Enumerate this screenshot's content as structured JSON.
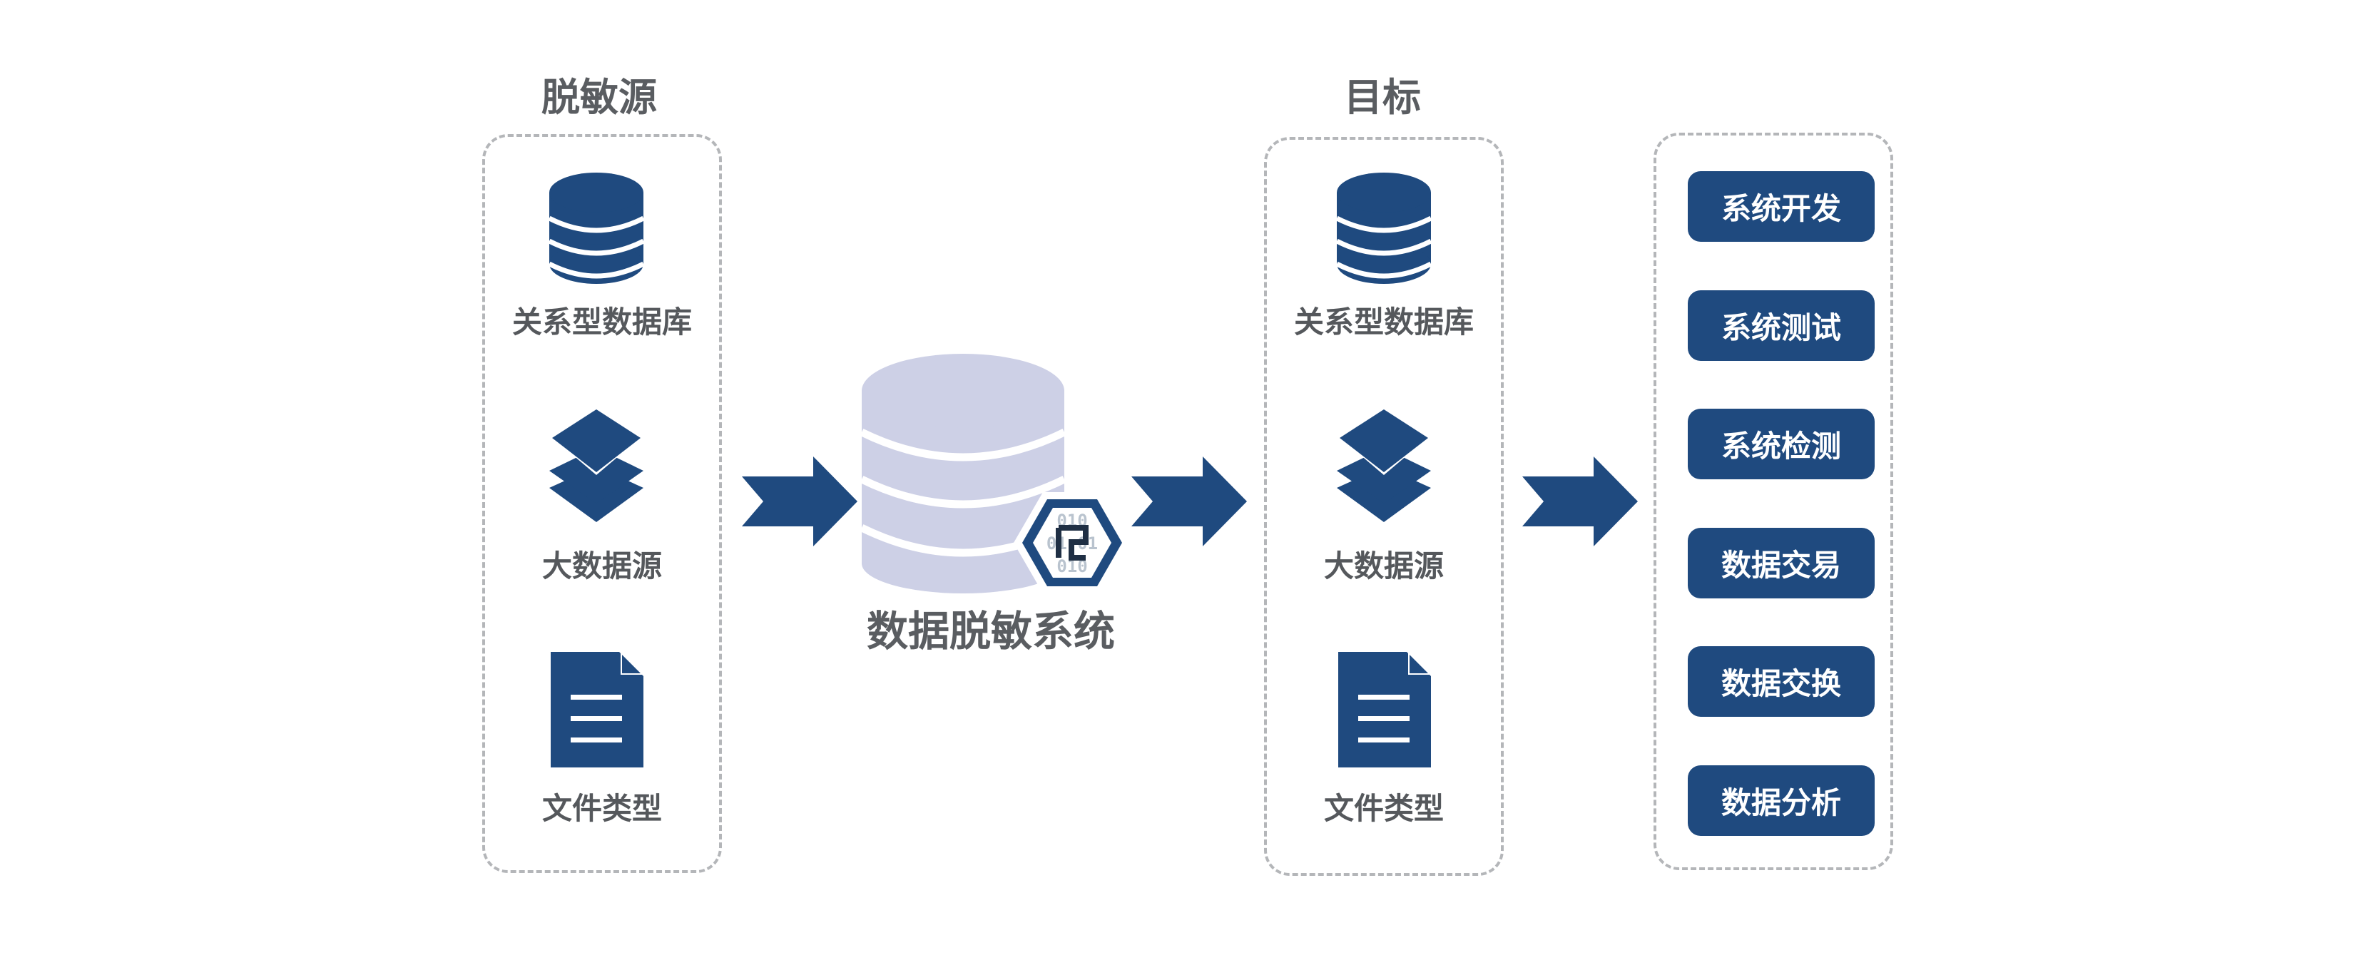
{
  "colors": {
    "primary": "#1f4a7f",
    "light_db": "#cdd0e6",
    "panel_border": "#b4b6b9",
    "text": "#55585c"
  },
  "source": {
    "heading": "脱敏源",
    "items": [
      {
        "icon": "database-icon",
        "label": "关系型数据库"
      },
      {
        "icon": "stacked-layers-icon",
        "label": "大数据源"
      },
      {
        "icon": "document-icon",
        "label": "文件类型"
      }
    ]
  },
  "center": {
    "title": "数据脱敏系统",
    "badge_text": [
      "010",
      "01 01",
      "010"
    ],
    "icon": "masking-database-icon"
  },
  "target": {
    "heading": "目标",
    "items": [
      {
        "icon": "database-icon",
        "label": "关系型数据库"
      },
      {
        "icon": "stacked-layers-icon",
        "label": "大数据源"
      },
      {
        "icon": "document-icon",
        "label": "文件类型"
      }
    ]
  },
  "uses": {
    "items": [
      "系统开发",
      "系统测试",
      "系统检测",
      "数据交易",
      "数据交换",
      "数据分析"
    ]
  }
}
